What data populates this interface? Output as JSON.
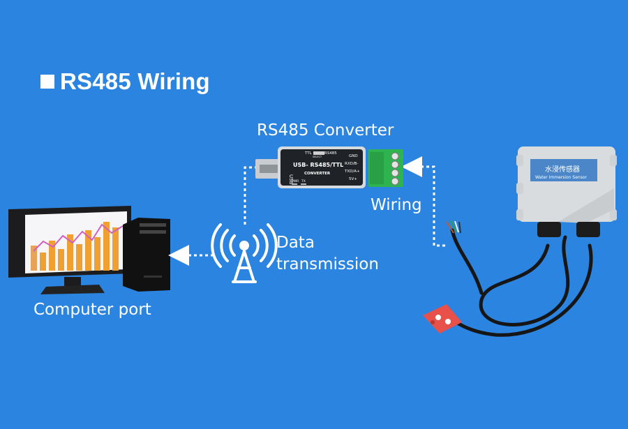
{
  "title": "RS485 Wiring",
  "labels": {
    "converter": "RS485 Converter",
    "wiring": "Wiring",
    "data_line1": "Data",
    "data_line2": "transmission",
    "computer": "Computer port"
  },
  "converter_device": {
    "usb": "USB",
    "model": "USB- RS485/TTL",
    "sub": "CONVERTER",
    "ttl": "TTL",
    "select": "SELECT",
    "rs485": "RS485",
    "pins": [
      "GND",
      "RXD/B-",
      "TXD/A+",
      "5V+"
    ],
    "leds": [
      "PWR",
      "TX"
    ]
  },
  "sensor": {
    "label_cn": "水浸传感器",
    "label_en": "Water Immersion Sensor"
  },
  "colors": {
    "background": "#2b84e0",
    "chart_bar": "#f0a030",
    "chart_line": "#d060c0",
    "terminal_block": "#2fb34e"
  }
}
